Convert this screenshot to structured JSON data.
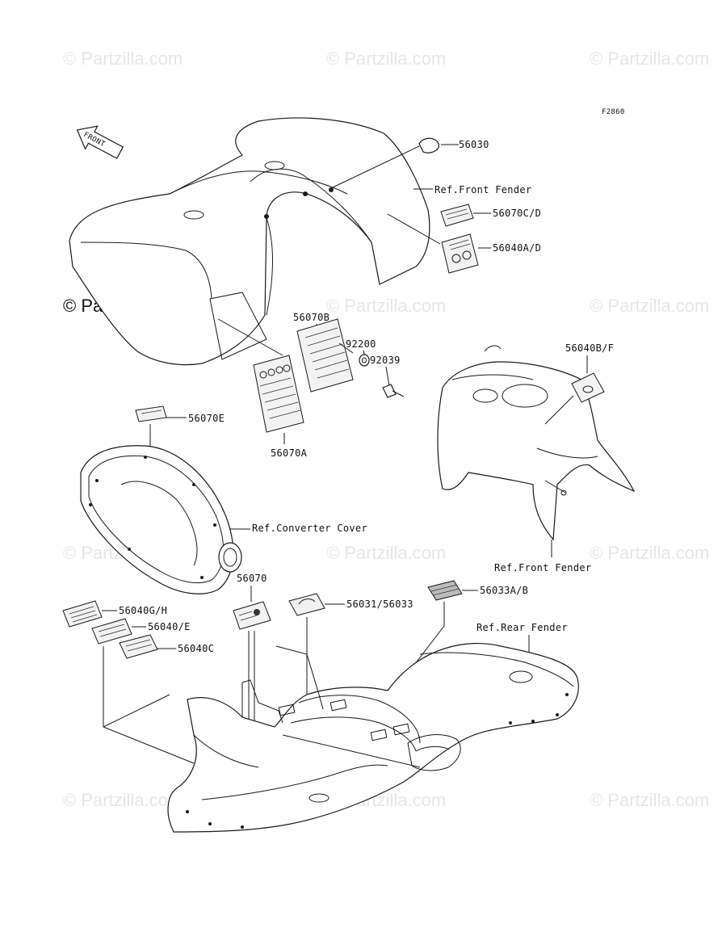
{
  "figure_code": "F2860",
  "front_arrow": "FRONT",
  "watermark": "© Partzilla.com",
  "watermark_dark": "© Partzilla.com",
  "labels": {
    "p56030": "56030",
    "ref_front_fender_1": "Ref.Front Fender",
    "p56070cd": "56070C/D",
    "p56040ad": "56040A/D",
    "p56070b": "56070B",
    "p92200": "92200",
    "p92039": "92039",
    "p56070a": "56070A",
    "p56040bf": "56040B/F",
    "p56070e": "56070E",
    "ref_converter_cover": "Ref.Converter Cover",
    "ref_front_fender_2": "Ref.Front Fender",
    "p56070": "56070",
    "p56031_56033": "56031/56033",
    "p56033ab": "56033A/B",
    "ref_rear_fender": "Ref.Rear Fender",
    "p56040gh": "56040G/H",
    "p56040e": "56040/E",
    "p56040c": "56040C"
  }
}
